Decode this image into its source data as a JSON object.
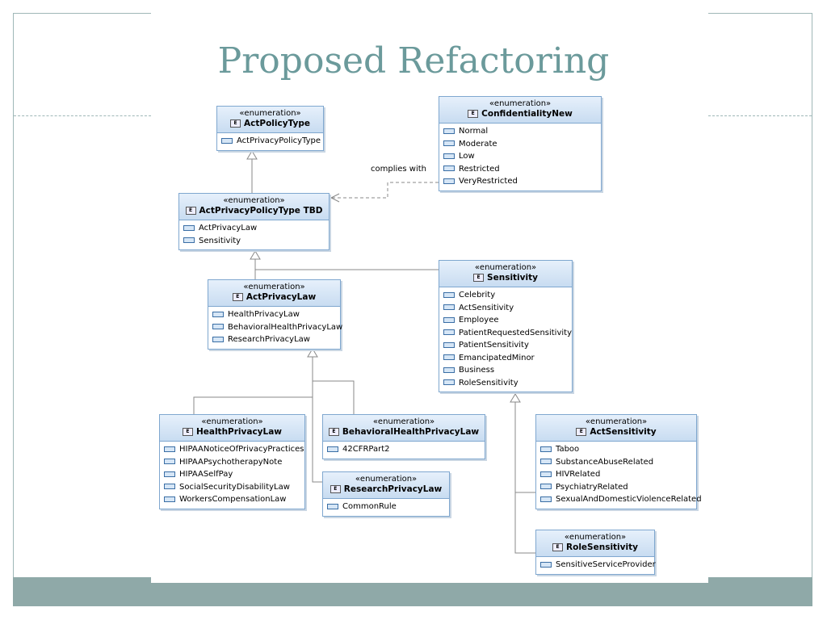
{
  "title": "Proposed Refactoring",
  "stereotype": "«enumeration»",
  "icon_glyph": "E",
  "edge_label": "complies with",
  "colors": {
    "title": "#6b9a9b",
    "box_border": "#7fa7cf",
    "footer": "#8fa9a8"
  },
  "boxes": {
    "actPolicyType": {
      "name": "ActPolicyType",
      "literals": [
        "ActPrivacyPolicyType"
      ]
    },
    "confidentialityNew": {
      "name": "ConfidentialityNew",
      "literals": [
        "Normal",
        "Moderate",
        "Low",
        "Restricted",
        "VeryRestricted"
      ]
    },
    "actPrivacyPolicyType": {
      "name": "ActPrivacyPolicyType TBD",
      "literals": [
        "ActPrivacyLaw",
        "Sensitivity"
      ]
    },
    "actPrivacyLaw": {
      "name": "ActPrivacyLaw",
      "literals": [
        "HealthPrivacyLaw",
        "BehavioralHealthPrivacyLaw",
        "ResearchPrivacyLaw"
      ]
    },
    "sensitivity": {
      "name": "Sensitivity",
      "literals": [
        "Celebrity",
        "ActSensitivity",
        "Employee",
        "PatientRequestedSensitivity",
        "PatientSensitivity",
        "EmancipatedMinor",
        "Business",
        "RoleSensitivity"
      ]
    },
    "healthPrivacyLaw": {
      "name": "HealthPrivacyLaw",
      "literals": [
        "HIPAANoticeOfPrivacyPractices",
        "HIPAAPsychotherapyNote",
        "HIPAASelfPay",
        "SocialSecurityDisabilityLaw",
        "WorkersCompensationLaw"
      ]
    },
    "behavioralHealthPrivacyLaw": {
      "name": "BehavioralHealthPrivacyLaw",
      "literals": [
        "42CFRPart2"
      ]
    },
    "researchPrivacyLaw": {
      "name": "ResearchPrivacyLaw",
      "literals": [
        "CommonRule"
      ]
    },
    "actSensitivity": {
      "name": "ActSensitivity",
      "literals": [
        "Taboo",
        "SubstanceAbuseRelated",
        "HIVRelated",
        "PsychiatryRelated",
        "SexualAndDomesticViolenceRelated"
      ]
    },
    "roleSensitivity": {
      "name": "RoleSensitivity",
      "literals": [
        "SensitiveServiceProvider"
      ]
    }
  }
}
